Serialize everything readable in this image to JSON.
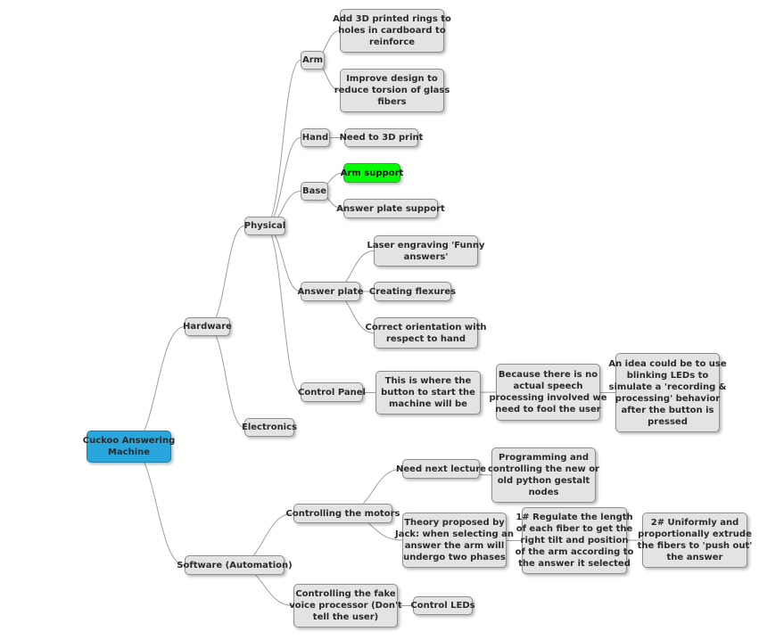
{
  "nodes": {
    "root": [
      "Cuckoo Answering",
      "Machine"
    ],
    "hardware": [
      "Hardware"
    ],
    "physical": [
      "Physical"
    ],
    "arm": [
      "Arm"
    ],
    "arm_rings": [
      "Add 3D printed rings to",
      "holes in cardboard to",
      "reinforce"
    ],
    "arm_torsion": [
      "Improve design to",
      "reduce torsion of glass",
      "fibers"
    ],
    "hand": [
      "Hand"
    ],
    "hand_print": [
      "Need to 3D print"
    ],
    "base": [
      "Base"
    ],
    "arm_support": [
      "Arm support"
    ],
    "answer_plate_support": [
      "Answer plate support"
    ],
    "answer_plate": [
      "Answer plate"
    ],
    "laser": [
      "Laser engraving 'Funny",
      "answers'"
    ],
    "flexures": [
      "Creating flexures"
    ],
    "orientation": [
      "Correct orientation with",
      "respect to hand"
    ],
    "control_panel": [
      "Control Panel"
    ],
    "button": [
      "This is where the",
      "button to start the",
      "machine will be"
    ],
    "speech": [
      "Because there is no",
      "actual speech",
      "processing involved we",
      "need to fool the user"
    ],
    "leds_idea": [
      "An idea could be to use",
      "blinking LEDs to",
      "simulate a 'recording &",
      "processing'  behavior",
      "after the button is",
      "pressed"
    ],
    "electronics": [
      "Electronics"
    ],
    "software": [
      "Software (Automation)"
    ],
    "motors": [
      "Controlling the motors"
    ],
    "next_lecture": [
      "Need next lecture"
    ],
    "programming": [
      "Programming  and",
      "controlling the new or",
      "old python gestalt",
      "nodes"
    ],
    "theory": [
      "Theory proposed by",
      "Jack: when selecting an",
      "answer the arm will",
      "undergo two phases"
    ],
    "phase1": [
      "1# Regulate the length",
      "of each fiber to get the",
      "right tilt and position",
      "of the arm according to",
      "the answer it selected"
    ],
    "phase2": [
      "2# Uniformly and",
      "proportionally extrude",
      "the fibers to 'push out'",
      "the answer"
    ],
    "voice": [
      "Controlling the fake",
      "voice processor (Don't",
      "tell the user)"
    ],
    "control_leds": [
      "Control LEDs"
    ]
  },
  "colors": {
    "root": "#29a6dc",
    "highlight": "#00ff00",
    "node": "#e3e3e3",
    "link": "#9e9e9e"
  }
}
